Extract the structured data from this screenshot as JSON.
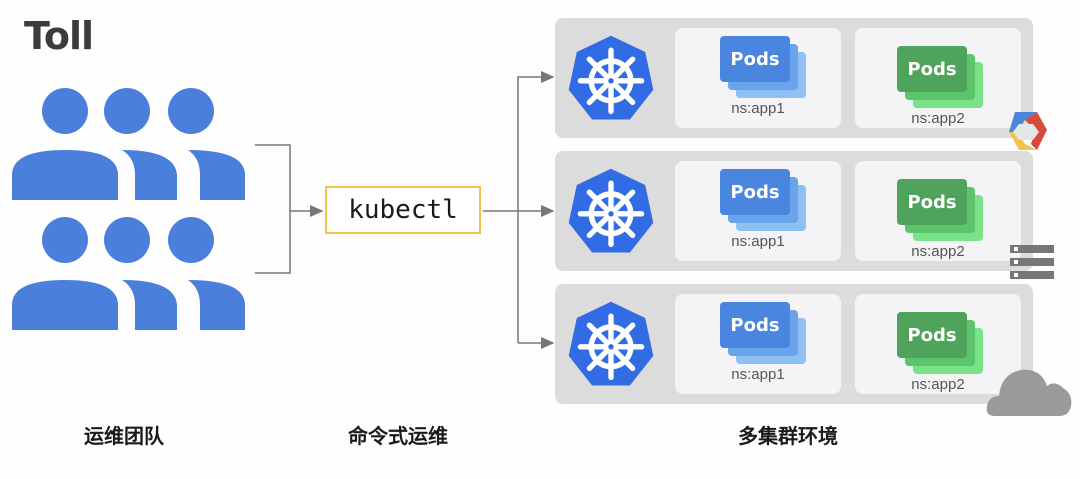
{
  "logo": "Toll",
  "colors": {
    "people_blue": "#4a7fdc",
    "k8s_blue": "#326ce5",
    "kubectl_border": "#f2c44e",
    "pods_blue_front": "#4a85e0",
    "pods_blue_mid": "#6aa4ec",
    "pods_blue_back": "#8ec0f3",
    "pods_green_front": "#4fa35a",
    "pods_green_mid": "#5cc46a",
    "pods_green_back": "#7ae289",
    "cluster_bg": "#dcdcdc",
    "ns_bg": "#f4f4f6",
    "arrow": "#777777"
  },
  "kubectl": {
    "label": "kubectl"
  },
  "clusters": [
    {
      "namespaces": [
        {
          "pods_label": "Pods",
          "ns": "ns:app1"
        },
        {
          "pods_label": "Pods",
          "ns": "ns:app2"
        }
      ],
      "provider_icon": "google-cloud-icon"
    },
    {
      "namespaces": [
        {
          "pods_label": "Pods",
          "ns": "ns:app1"
        },
        {
          "pods_label": "Pods",
          "ns": "ns:app2"
        }
      ],
      "provider_icon": "server-rack-icon"
    },
    {
      "namespaces": [
        {
          "pods_label": "Pods",
          "ns": "ns:app1"
        },
        {
          "pods_label": "Pods",
          "ns": "ns:app2"
        }
      ],
      "provider_icon": "cloud-icon"
    }
  ],
  "captions": {
    "team": "运维团队",
    "imperative": "命令式运维",
    "multi_cluster": "多集群环境"
  }
}
